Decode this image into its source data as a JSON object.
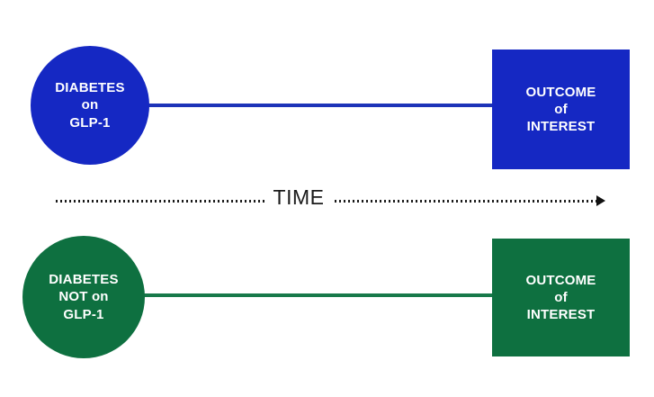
{
  "diagram": {
    "type": "study-design-cohort-comparison",
    "background_color": "#ffffff",
    "colors": {
      "exposed_blue": "#1528C3",
      "exposed_blue_line": "#1D33B8",
      "unexposed_green": "#0E7040",
      "unexposed_green_line": "#17794A",
      "axis_black": "#1A1A1A",
      "node_text": "#FFFFFF"
    },
    "arms": [
      {
        "id": "exposed",
        "color": "#1528C3",
        "start_node": {
          "shape": "circle",
          "lines": [
            "DIABETES",
            "on",
            "GLP-1"
          ]
        },
        "end_node": {
          "shape": "rectangle",
          "lines": [
            "OUTCOME",
            "of",
            "INTEREST"
          ]
        }
      },
      {
        "id": "unexposed",
        "color": "#0E7040",
        "start_node": {
          "shape": "circle",
          "lines": [
            "DIABETES",
            "NOT on",
            "GLP-1"
          ]
        },
        "end_node": {
          "shape": "rectangle",
          "lines": [
            "OUTCOME",
            "of",
            "INTEREST"
          ]
        }
      }
    ],
    "time_axis": {
      "label": "TIME",
      "style": "dotted",
      "direction": "left-to-right",
      "has_arrowhead": true
    }
  }
}
